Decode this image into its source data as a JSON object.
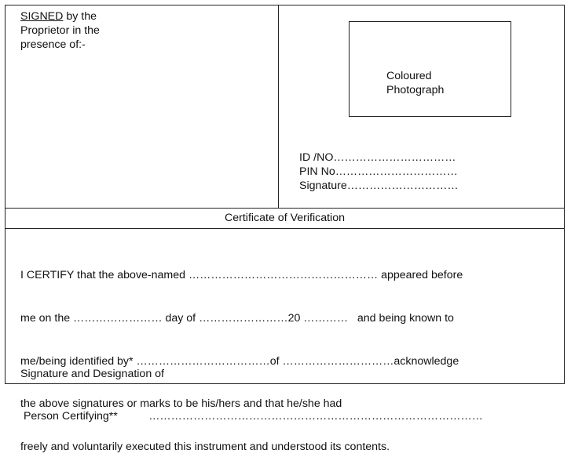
{
  "signed_section": {
    "word_signed": "SIGNED",
    "line1_rest": " by the",
    "line2": "Proprietor in the",
    "line3": "presence of:-"
  },
  "photo": {
    "line1": "Coloured",
    "line2": "Photograph"
  },
  "id_fields": {
    "id_no": "ID /NO……………………………",
    "pin_no": "PIN No……………………………",
    "signature": "Signature…………………………"
  },
  "certificate": {
    "title": "Certificate of Verification",
    "lines": [
      "I CERTIFY that the above-named …………………………………………… appeared before",
      "me on the …………………… day of ……………………20 …………   and being known to",
      "me/being identified by* ………………………………of …………………………acknowledge",
      "the above signatures or marks to be his/hers and that he/she had",
      "freely and voluntarily executed this instrument and understood its contents."
    ],
    "signature_designation": {
      "line1": "Signature and Designation of",
      "line2": " Person Certifying**          ………………………………………………………………………………"
    }
  }
}
